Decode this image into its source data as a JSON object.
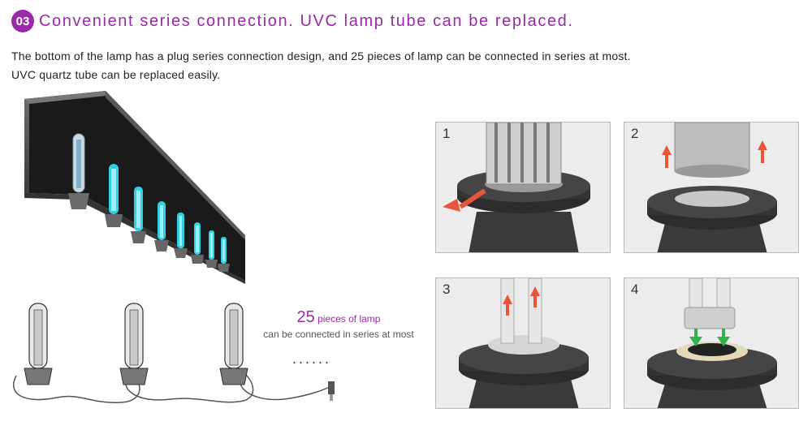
{
  "header": {
    "badge": "03",
    "title": "Convenient series connection. UVC lamp tube can be replaced."
  },
  "description": {
    "line1": "The bottom of the lamp has a plug series connection design, and 25 pieces of lamp can be connected in series at most.",
    "line2": "UVC quartz tube can be replaced easily."
  },
  "series_note": {
    "count": "25",
    "unit": " pieces of lamp",
    "line2": "can be connected in series at most",
    "dots": "......"
  },
  "steps": [
    {
      "number": "1"
    },
    {
      "number": "2"
    },
    {
      "number": "3"
    },
    {
      "number": "4"
    }
  ],
  "colors": {
    "accent": "#9a2aa8",
    "uv_glow": "#35d0e0",
    "arrow_up": "#e8553a",
    "arrow_down": "#2fb34a",
    "housing": "#3a3a3c"
  }
}
